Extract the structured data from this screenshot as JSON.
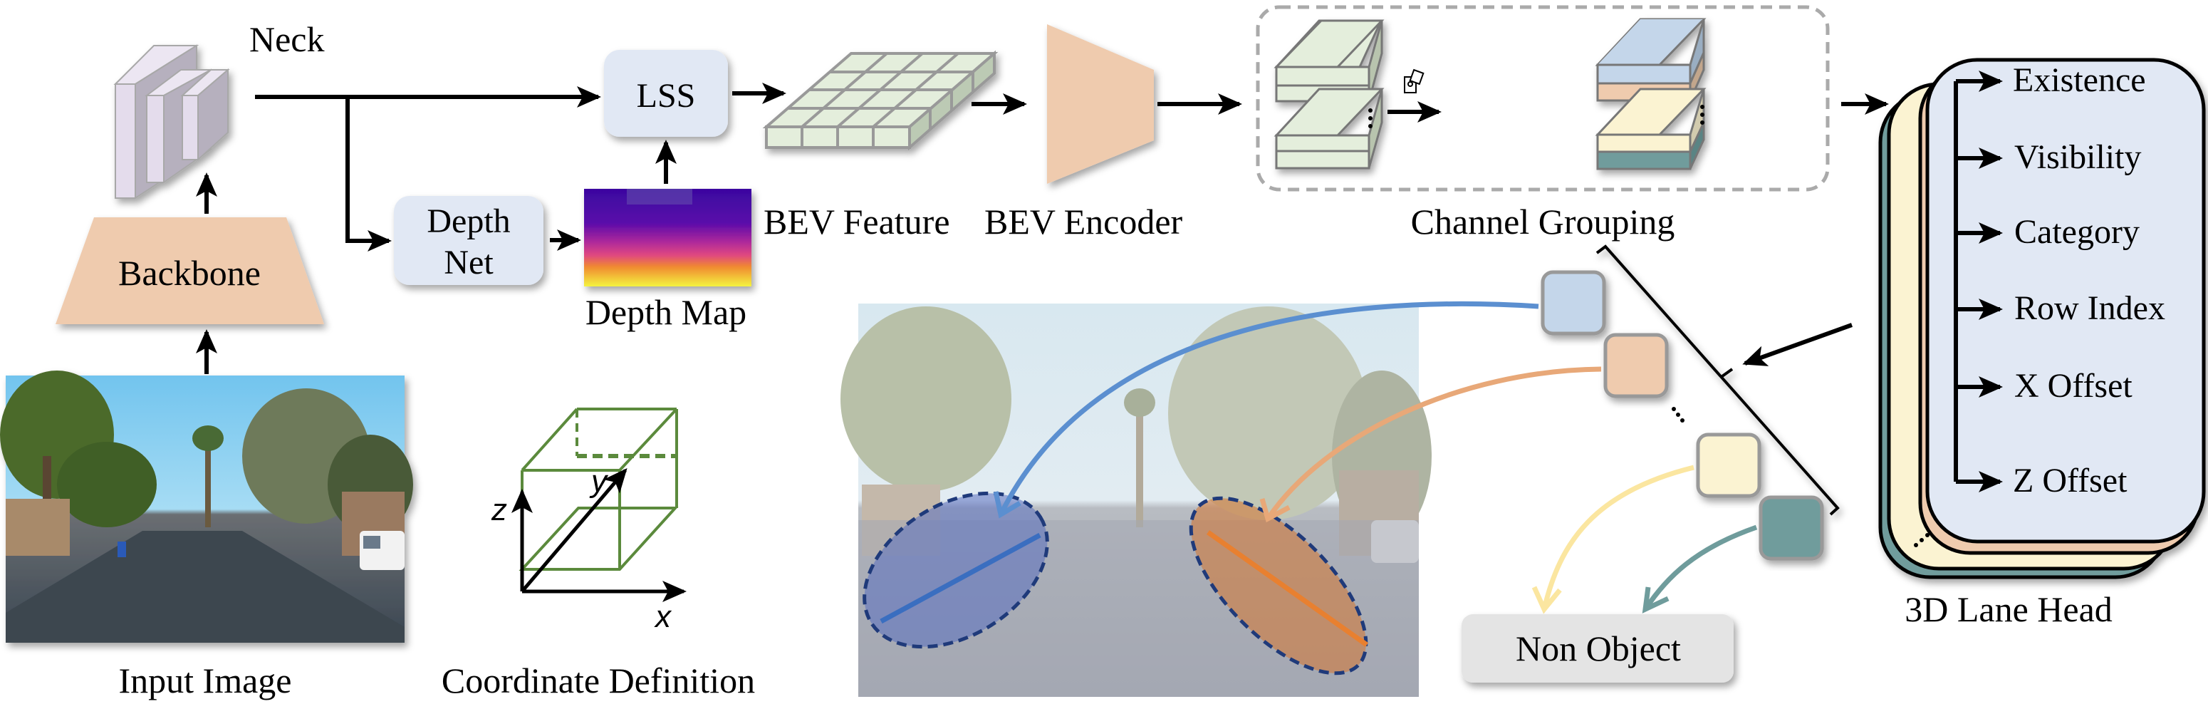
{
  "figure": {
    "labels": {
      "neck": "Neck",
      "backbone": "Backbone",
      "input_image": "Input Image",
      "coordinate_definition": "Coordinate Definition",
      "depth_net_line1": "Depth",
      "depth_net_line2": "Net",
      "depth_map": "Depth Map",
      "lss": "LSS",
      "bev_feature": "BEV Feature",
      "bev_encoder": "BEV Encoder",
      "channel_grouping": "Channel Grouping",
      "lane_head": "3D Lane Head",
      "non_object": "Non Object"
    },
    "axes": {
      "x": "x",
      "y": "y",
      "z": "z"
    },
    "head_outputs": [
      "Existence",
      "Visibility",
      "Category",
      "Row Index",
      "X Offset",
      "Z Offset"
    ],
    "group_colors": {
      "blue": "#c4d6ea",
      "orange": "#efcbae",
      "yellow": "#fbf3d2",
      "teal": "#6f9c9c"
    },
    "colors": {
      "backbone": "#efcbae",
      "neck": "#e4dcec",
      "box": "#e1e8f4",
      "bev_grid": "#e4eedc",
      "lane_blue": "#5b8fd0",
      "lane_orange": "#e8a878",
      "arrow_yellow": "#fbe6a0",
      "arrow_teal": "#6f9c9c",
      "non_object_bg": "#e4e4e4"
    }
  }
}
